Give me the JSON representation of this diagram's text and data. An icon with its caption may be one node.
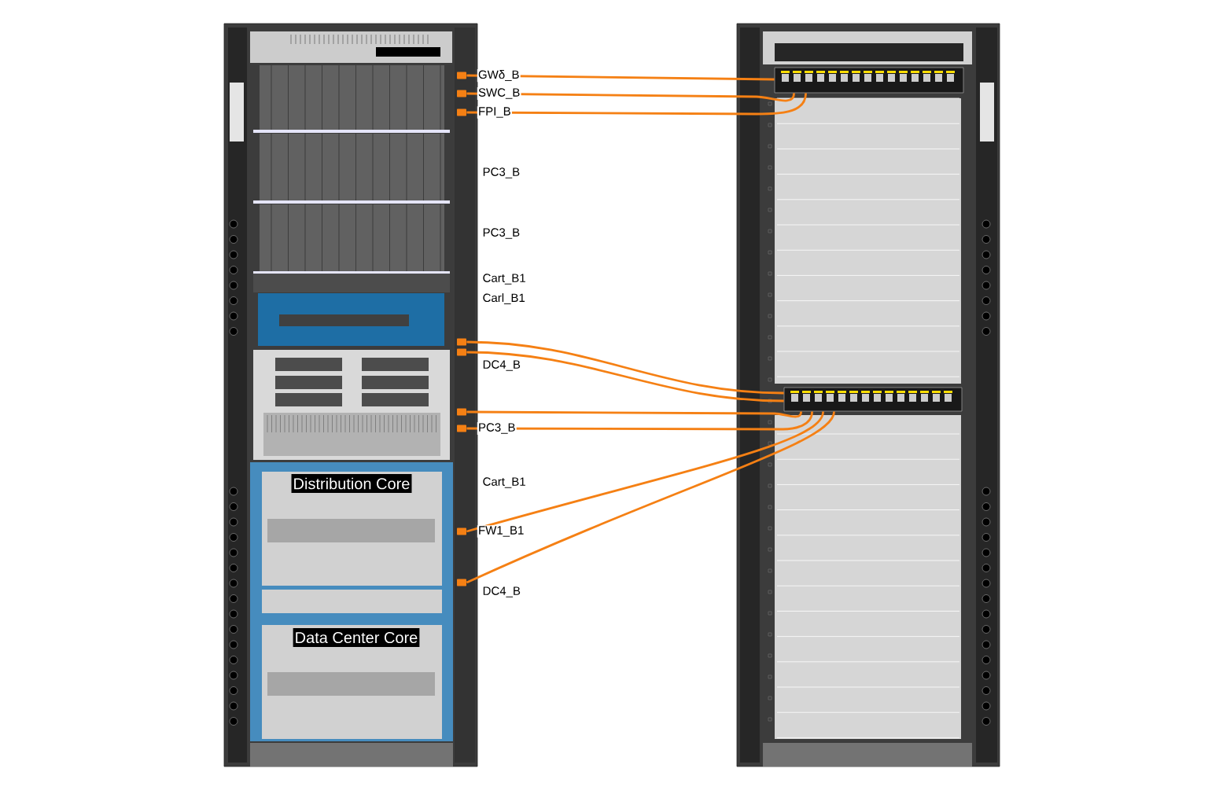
{
  "diagram": {
    "nodes": [
      {
        "text": [],
        "shape": "picture"
      },
      {
        "text": [
          "Distribution Core"
        ],
        "in": 0
      },
      {
        "text": [
          "Data Center Core"
        ],
        "in": 0
      },
      {
        "text": [],
        "shape": "box",
        "in": 0
      },
      {
        "text": [],
        "shape": "box",
        "in": 0
      },
      {
        "text": [],
        "shape": "box",
        "in": 0
      },
      {
        "text": [],
        "shape": "box",
        "in": 0
      },
      {
        "text": [],
        "shape": "box",
        "in": 0
      },
      {
        "text": [],
        "shape": "box",
        "in": 0
      },
      {
        "text": [],
        "shape": "box",
        "in": 0
      },
      {
        "text": [],
        "shape": "box",
        "in": 0
      },
      {
        "text": [],
        "shape": "box",
        "in": 0
      },
      {
        "text": [],
        "shape": "picture"
      },
      {
        "text": [],
        "shape": "box",
        "in": 12
      },
      {
        "text": [],
        "shape": "box",
        "in": 12
      }
    ],
    "edges": [
      {
        "from": 3,
        "to": 13,
        "arrow": "none",
        "label": "GWδ_B"
      },
      {
        "from": 4,
        "to": 13,
        "arrow": "none",
        "label": "SWC_B"
      },
      {
        "from": 5,
        "to": 13,
        "arrow": "none",
        "label": "FPI_B"
      },
      {
        "from": 6,
        "to": 14,
        "arrow": "none"
      },
      {
        "from": 7,
        "to": 14,
        "arrow": "none"
      },
      {
        "from": 8,
        "to": 14,
        "arrow": "none"
      },
      {
        "from": 9,
        "to": 14,
        "arrow": "none",
        "label": "PC3_B"
      },
      {
        "from": 10,
        "to": 14,
        "arrow": "none",
        "label": "FW1_B1"
      },
      {
        "from": 11,
        "to": 14,
        "arrow": "none"
      }
    ],
    "labels": [
      "PC3_B",
      "PC3_B",
      "Cart_B1",
      "Carl_B1",
      "DC4_B",
      "Cart_B1",
      "DC4_B"
    ]
  }
}
